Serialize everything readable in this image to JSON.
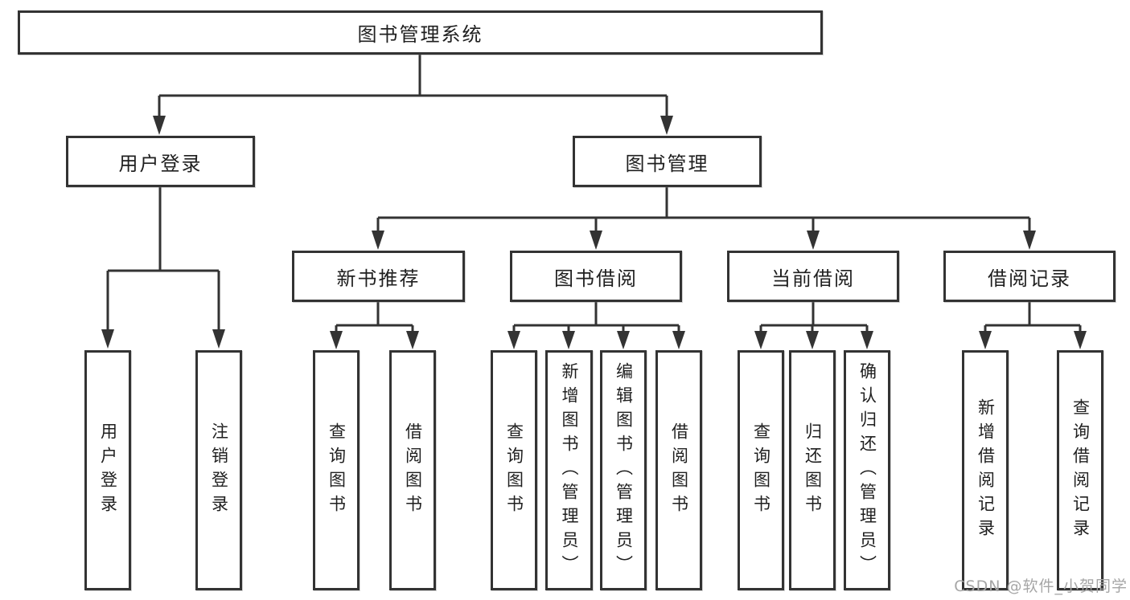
{
  "diagram": {
    "root": {
      "label": "图书管理系统"
    },
    "level2": {
      "user_login": {
        "label": "用户登录"
      },
      "book_management": {
        "label": "图书管理"
      }
    },
    "level3": {
      "new_book_recommend": {
        "label": "新书推荐"
      },
      "book_borrow": {
        "label": "图书借阅"
      },
      "current_borrow": {
        "label": "当前借阅"
      },
      "borrow_records": {
        "label": "借阅记录"
      }
    },
    "leaves": {
      "user_login": {
        "label": "用户登录"
      },
      "logout": {
        "label": "注销登录"
      },
      "search_books_recommend": {
        "label": "查询图书"
      },
      "borrow_books_recommend": {
        "label": "借阅图书"
      },
      "search_books_borrow": {
        "label": "查询图书"
      },
      "add_book_admin": {
        "label": "新增图书（管理员）"
      },
      "edit_book_admin": {
        "label": "编辑图书（管理员）"
      },
      "borrow_book": {
        "label": "借阅图书"
      },
      "search_books_current": {
        "label": "查询图书"
      },
      "return_book": {
        "label": "归还图书"
      },
      "confirm_return_admin": {
        "label": "确认归还（管理员）"
      },
      "add_borrow_record": {
        "label": "新增借阅记录"
      },
      "search_borrow_record": {
        "label": "查询借阅记录"
      }
    }
  },
  "watermark": {
    "text": "CSDN @软件_小贺同学"
  },
  "colors": {
    "line": "#333333",
    "text": "#1f1f1f",
    "watermark": "#a6a6a6",
    "background": "#ffffff"
  }
}
